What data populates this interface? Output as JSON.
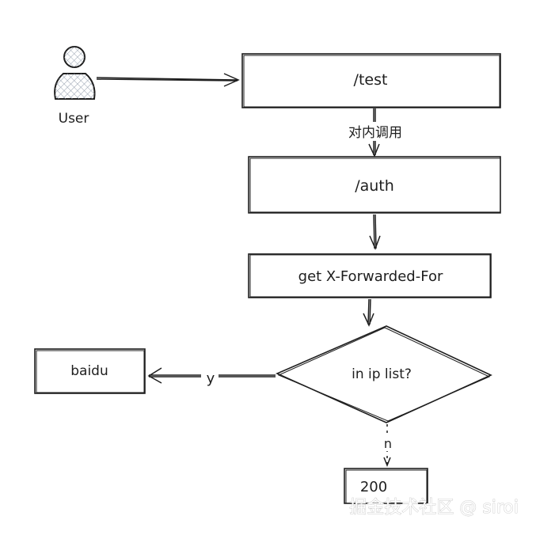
{
  "nodes": {
    "user": "User",
    "test": "/test",
    "auth": "/auth",
    "getxff": "get X-Forwarded-For",
    "decision": "in ip list?",
    "baidu": "baidu",
    "ok": "200"
  },
  "edges": {
    "internal_call": "对内调用",
    "yes": "y",
    "no": "n"
  },
  "watermark": "掘金技术社区 @ siroi"
}
